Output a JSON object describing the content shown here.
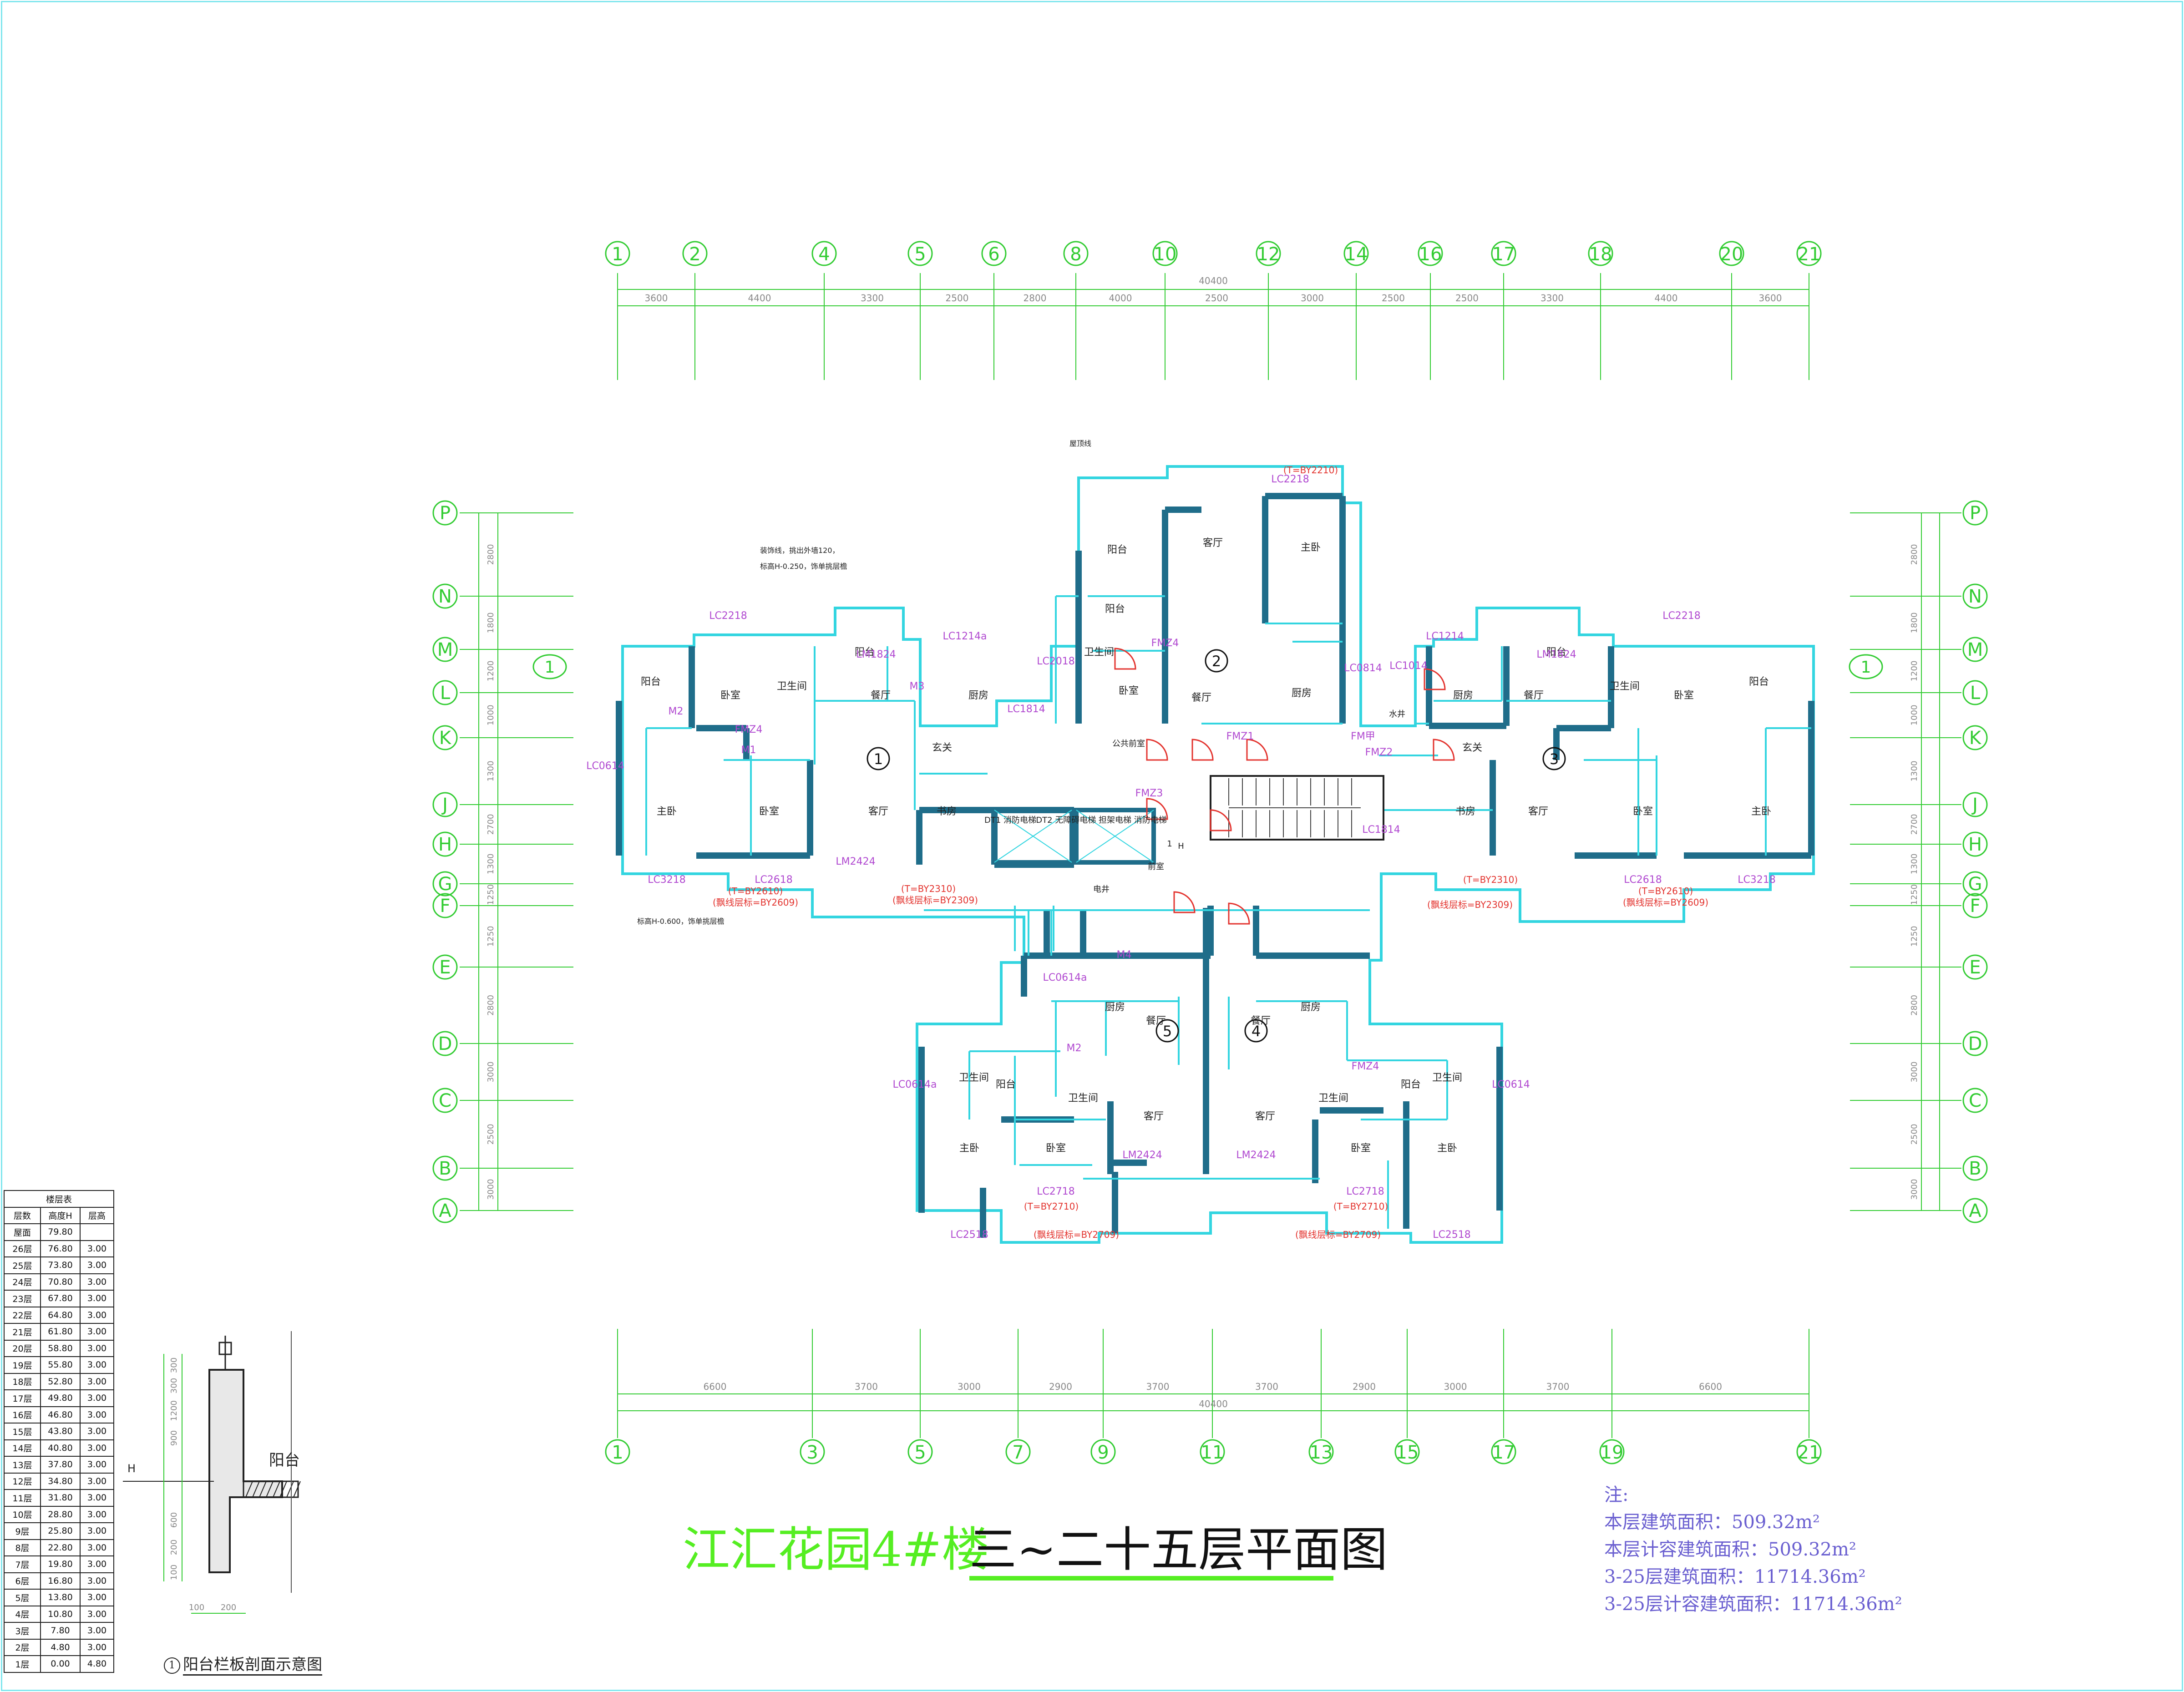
{
  "title": {
    "project": "江汇花园4#楼",
    "floors": "三~二十五层平面图"
  },
  "notes": {
    "label": "注:",
    "lines": [
      "本层建筑面积：509.32m²",
      "本层计容建筑面积：509.32m²",
      "3-25层建筑面积：11714.36m²",
      "3-25层计容建筑面积：11714.36m²"
    ]
  },
  "axes": {
    "top_grid": [
      "1",
      "2",
      "4",
      "5",
      "6",
      "8",
      "10",
      "12",
      "14",
      "16",
      "17",
      "18",
      "20",
      "21"
    ],
    "top_dims": [
      "3600",
      "4400",
      "3300",
      "2500",
      "2800",
      "4000",
      "2500",
      "3000",
      "2500",
      "2500",
      "3300",
      "4400",
      "3600"
    ],
    "top_total": "40400",
    "bottom_grid": [
      "1",
      "3",
      "5",
      "7",
      "9",
      "11",
      "13",
      "15",
      "17",
      "19",
      "21"
    ],
    "bottom_dims": [
      "6600",
      "3700",
      "3000",
      "2900",
      "3700",
      "3700",
      "2900",
      "3000",
      "3700",
      "6600"
    ],
    "bottom_total": "40400",
    "row_grid": [
      "P",
      "N",
      "M",
      "L",
      "K",
      "J",
      "H",
      "G",
      "F",
      "E",
      "D",
      "C",
      "B",
      "A"
    ],
    "side_dims": [
      "2800",
      "1800",
      "1200",
      "1000",
      "1300",
      "2700",
      "1300",
      "1250",
      "1250",
      "2800",
      "3000",
      "2500",
      "3000",
      "1800"
    ],
    "section_marker": "1"
  },
  "units": [
    {
      "no": "1",
      "rooms": [
        "阳台",
        "卧室",
        "卫生间",
        "主卧",
        "卧室",
        "客厅",
        "餐厅",
        "厨房",
        "书房",
        "玄关",
        "阳台"
      ]
    },
    {
      "no": "2",
      "rooms": [
        "阳台",
        "阳台",
        "卫生间",
        "客厅",
        "餐厅",
        "主卧",
        "厨房",
        "卧室"
      ]
    },
    {
      "no": "3",
      "rooms": [
        "阳台",
        "卧室",
        "卫生间",
        "主卧",
        "卧室",
        "客厅",
        "餐厅",
        "厨房",
        "书房",
        "玄关",
        "阳台"
      ]
    },
    {
      "no": "4",
      "rooms": [
        "厨房",
        "卫生间",
        "阳台",
        "餐厅",
        "客厅",
        "卧室",
        "主卧",
        "卫生间"
      ]
    },
    {
      "no": "5",
      "rooms": [
        "厨房",
        "卫生间",
        "阳台",
        "餐厅",
        "客厅",
        "卧室",
        "主卧",
        "卫生间"
      ]
    }
  ],
  "core": {
    "labels": [
      "公共前室",
      "DT1 消防电梯",
      "DT2 无障碍电梯 担架电梯 消防电梯",
      "前室",
      "电井",
      "水井",
      "H",
      "1"
    ]
  },
  "door_tags": [
    "M2",
    "M1",
    "M3",
    "M4",
    "M2",
    "FMZ4",
    "FMZ3",
    "FMZ2",
    "FMZ1",
    "FM甲",
    "FMZ4",
    "FMZ4",
    "LM2424",
    "LM2424",
    "LM2424",
    "LM1824",
    "LM1824",
    "LC2218",
    "LC2218",
    "LC2218",
    "LC3218",
    "LC3218",
    "LC2618",
    "LC2618",
    "LC2718",
    "LC2718",
    "LC2518",
    "LC2518",
    "LC1214a",
    "LC1214",
    "LC1814",
    "LC1814",
    "LC0614",
    "LC0614a",
    "LC0614",
    "LC0614a",
    "LC2018",
    "LC1014",
    "LC0814"
  ],
  "balcony_tags": [
    "(T=BY2210)",
    "(T=BY2610)",
    "(T=BY2610)",
    "(T=BY2310)",
    "(T=BY2310)",
    "(T=BY2710)",
    "(T=BY2710)",
    "(飘线层标=BY2609)",
    "(飘线层标=BY2609)",
    "(飘线层标=BY2309)",
    "(飘线层标=BY2309)",
    "(飘线层标=BY2709)",
    "(飘线层标=BY2709)"
  ],
  "annotations": [
    "装饰线，挑出外墙120，",
    "标高H-0.250，饰单挑层檐",
    "标高H-0.600，饰单挑层檐",
    "屋顶线"
  ],
  "floor_table": {
    "header": [
      "楼层表"
    ],
    "cols": [
      "层数",
      "高度H",
      "层高"
    ],
    "roof_row": [
      "屋面",
      "79.80",
      ""
    ],
    "rows": [
      [
        "26层",
        "76.80",
        "3.00"
      ],
      [
        "25层",
        "73.80",
        "3.00"
      ],
      [
        "24层",
        "70.80",
        "3.00"
      ],
      [
        "23层",
        "67.80",
        "3.00"
      ],
      [
        "22层",
        "64.80",
        "3.00"
      ],
      [
        "21层",
        "61.80",
        "3.00"
      ],
      [
        "20层",
        "58.80",
        "3.00"
      ],
      [
        "19层",
        "55.80",
        "3.00"
      ],
      [
        "18层",
        "52.80",
        "3.00"
      ],
      [
        "17层",
        "49.80",
        "3.00"
      ],
      [
        "16层",
        "46.80",
        "3.00"
      ],
      [
        "15层",
        "43.80",
        "3.00"
      ],
      [
        "14层",
        "40.80",
        "3.00"
      ],
      [
        "13层",
        "37.80",
        "3.00"
      ],
      [
        "12层",
        "34.80",
        "3.00"
      ],
      [
        "11层",
        "31.80",
        "3.00"
      ],
      [
        "10层",
        "28.80",
        "3.00"
      ],
      [
        "9层",
        "25.80",
        "3.00"
      ],
      [
        "8层",
        "22.80",
        "3.00"
      ],
      [
        "7层",
        "19.80",
        "3.00"
      ],
      [
        "6层",
        "16.80",
        "3.00"
      ],
      [
        "5层",
        "13.80",
        "3.00"
      ],
      [
        "4层",
        "10.80",
        "3.00"
      ],
      [
        "3层",
        "7.80",
        "3.00"
      ],
      [
        "2层",
        "4.80",
        "3.00"
      ],
      [
        "1层",
        "0.00",
        "4.80"
      ]
    ]
  },
  "section_detail": {
    "no": "1",
    "label": "阳台栏板剖面示意图",
    "room": "阳台",
    "h_label": "H",
    "dims_v": [
      "300",
      "300",
      "1200",
      "900",
      "600",
      "200",
      "100"
    ],
    "dims_h": [
      "100",
      "200"
    ]
  },
  "colors": {
    "grid": "#33cc33",
    "wall": "#1f6d8a",
    "window": "#33d5e0",
    "dim_text": "#888888",
    "tag": "#b048d0",
    "fire": "#e3342f",
    "title_green": "#55ee22",
    "note": "#6a5fd0",
    "frame": "#7fe6ee"
  }
}
